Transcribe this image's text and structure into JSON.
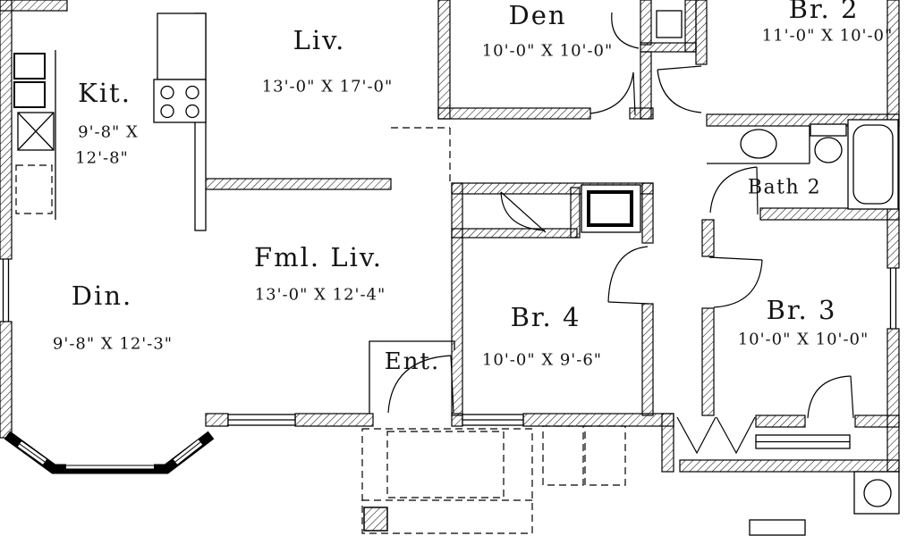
{
  "meta": {
    "type": "floor-plan",
    "style": "architectural-cad"
  },
  "colors": {
    "line": "#000000",
    "background": "#ffffff"
  },
  "rooms": {
    "den": {
      "label": "Den",
      "dims": "10'-0\" X 10'-0\""
    },
    "br2": {
      "label": "Br. 2",
      "dims": "11'-0\" X 10'-0\""
    },
    "liv": {
      "label": "Liv.",
      "dims": "13'-0\" X 17'-0\""
    },
    "kit": {
      "label": "Kit.",
      "dims_line1": "9'-8\" X",
      "dims_line2": "12'-8\""
    },
    "bath2": {
      "label": "Bath 2"
    },
    "fml": {
      "label": "Fml.  Liv.",
      "dims": "13'-0\" X 12'-4\""
    },
    "din": {
      "label": "Din.",
      "dims": "9'-8\" X 12'-3\""
    },
    "br4": {
      "label": "Br. 4",
      "dims": "10'-0\" X 9'-6\""
    },
    "br3": {
      "label": "Br. 3",
      "dims": "10'-0\" X 10'-0\""
    },
    "ent": {
      "label": "Ent."
    }
  }
}
